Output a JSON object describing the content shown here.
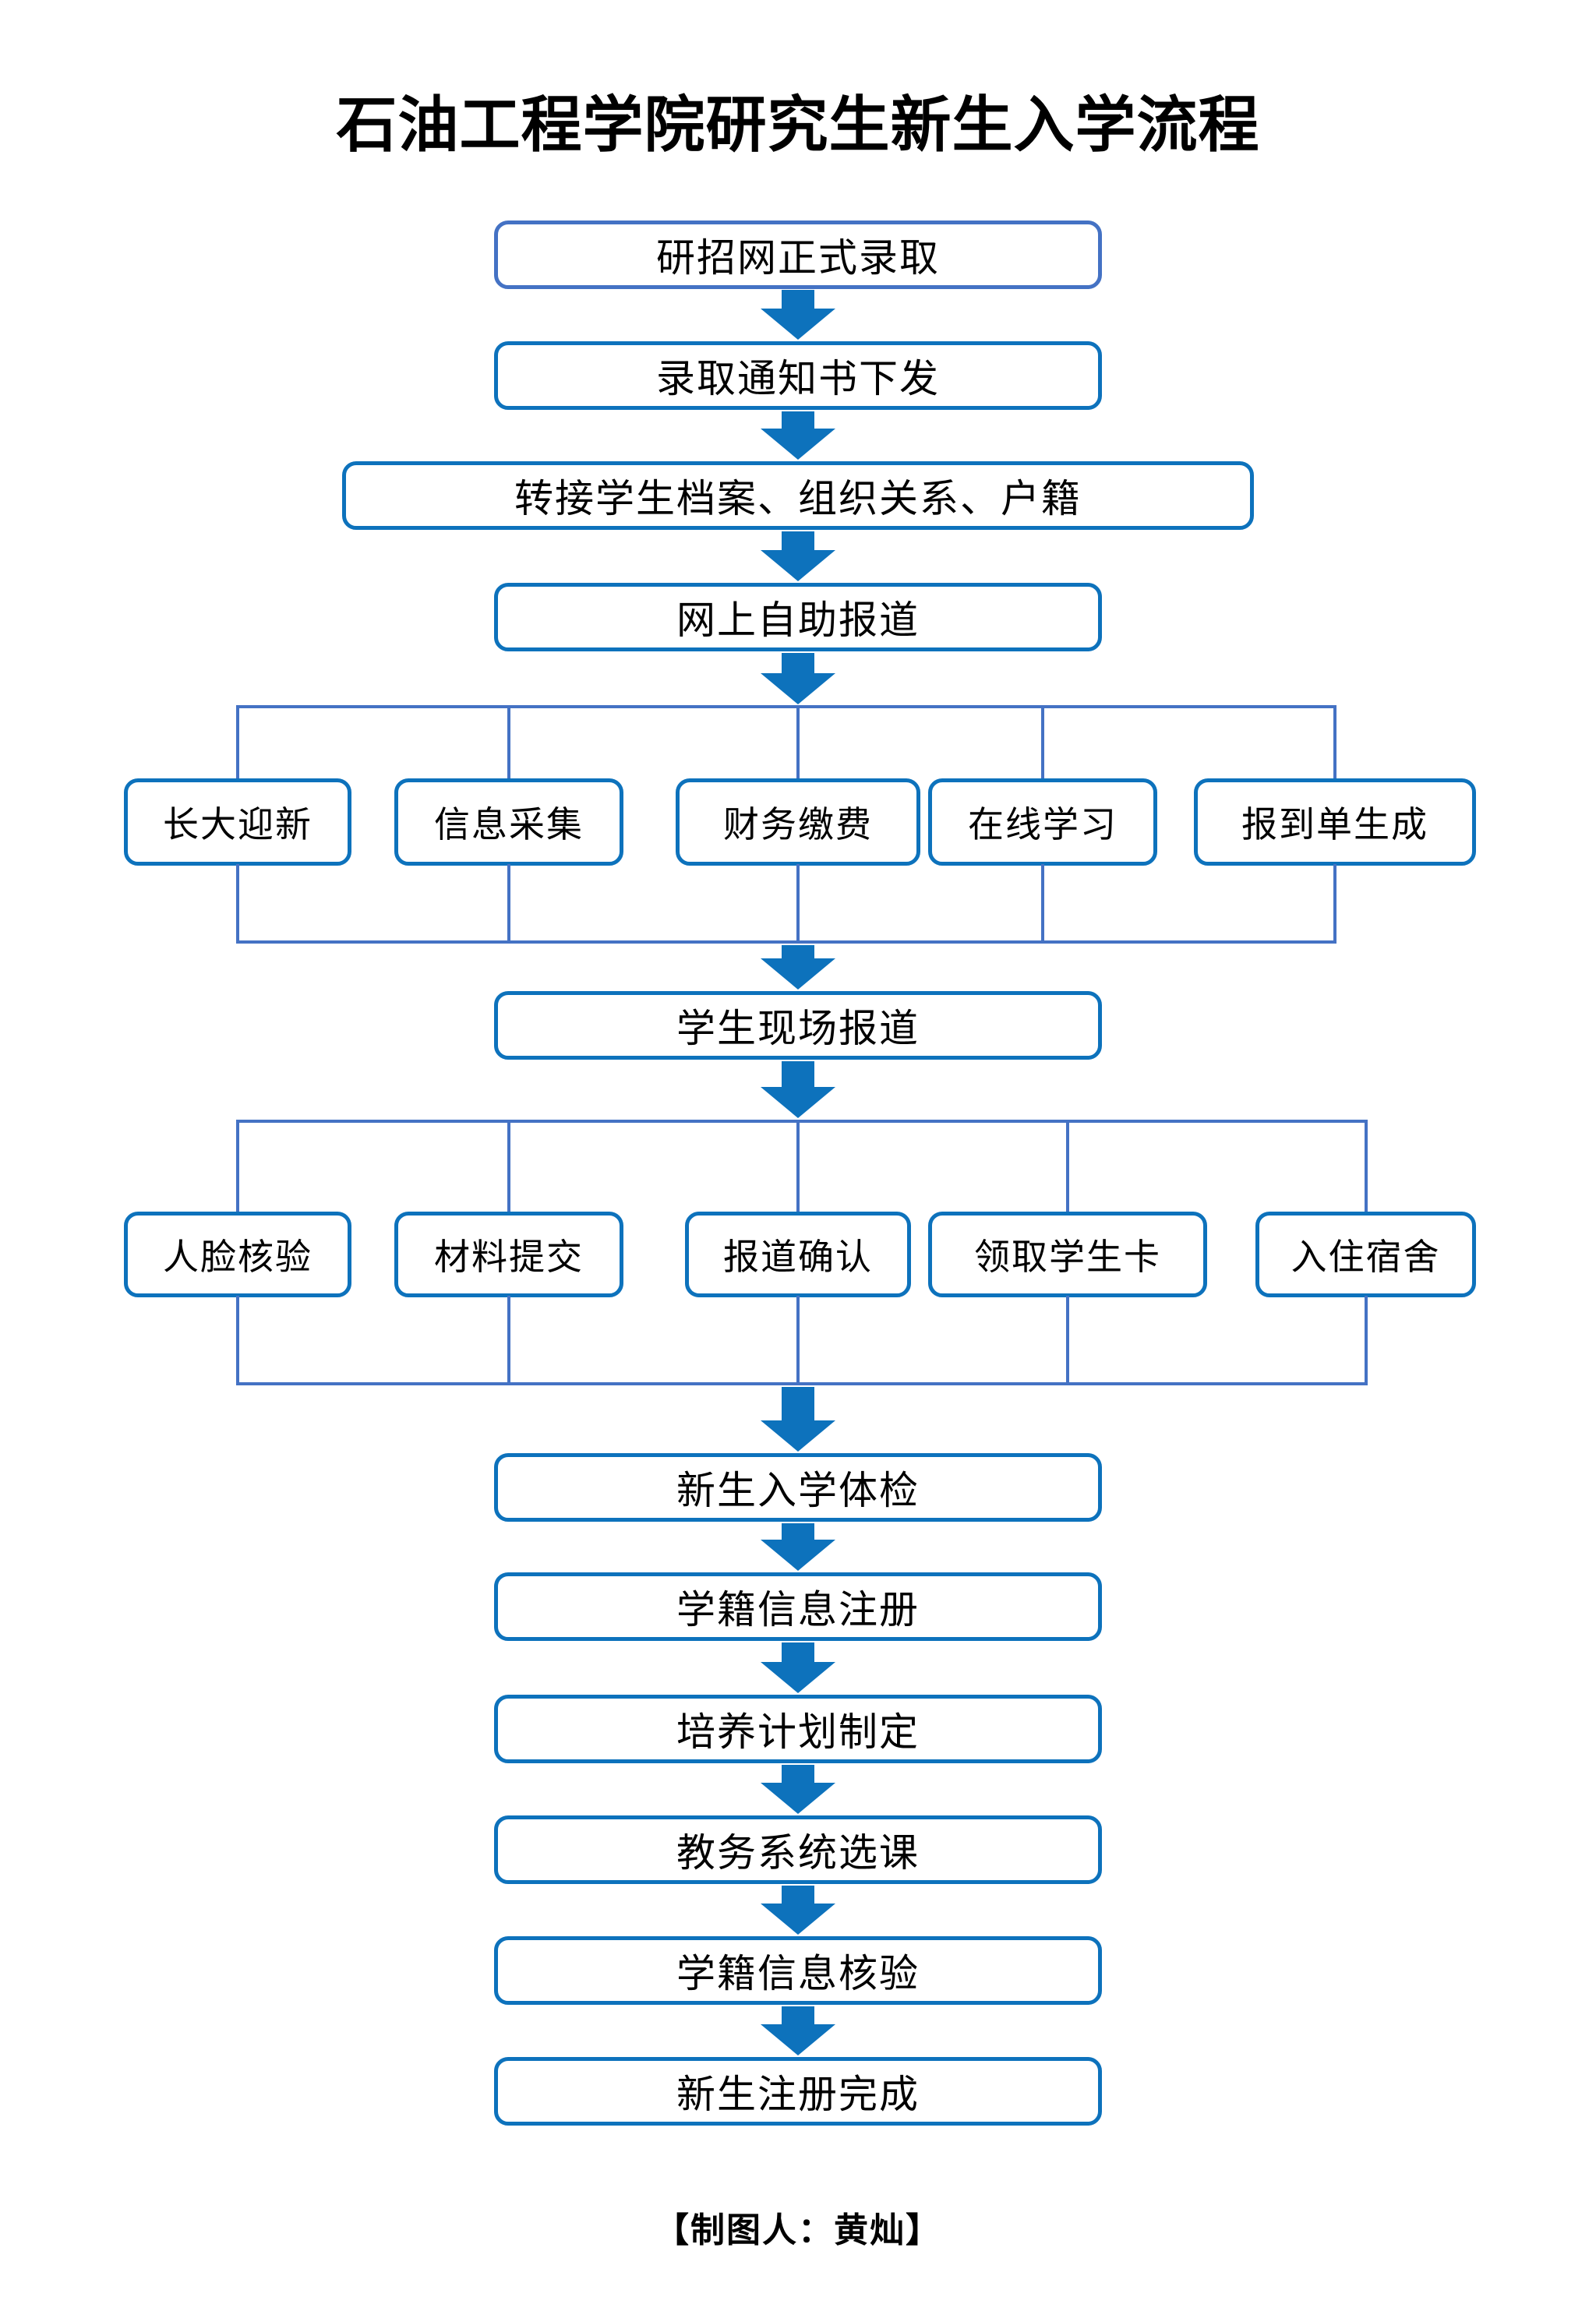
{
  "title": "石油工程学院研究生新生入学流程",
  "footer": "【制图人：黄灿】",
  "colors": {
    "box_border": "#0d72bc",
    "first_box_border": "#4472c4",
    "arrow": "#0d72bc",
    "connector_line": "#4472c4",
    "text": "#000000",
    "background": "#ffffff"
  },
  "flow": {
    "top_steps": [
      "研招网正式录取",
      "录取通知书下发",
      "转接学生档案、组织关系、户籍",
      "网上自助报道"
    ],
    "parallel_group_1": [
      "长大迎新",
      "信息采集",
      "财务缴费",
      "在线学习",
      "报到单生成"
    ],
    "middle_step": "学生现场报道",
    "parallel_group_2": [
      "人脸核验",
      "材料提交",
      "报道确认",
      "领取学生卡",
      "入住宿舍"
    ],
    "bottom_steps": [
      "新生入学体检",
      "学籍信息注册",
      "培养计划制定",
      "教务系统选课",
      "学籍信息核验",
      "新生注册完成"
    ]
  }
}
